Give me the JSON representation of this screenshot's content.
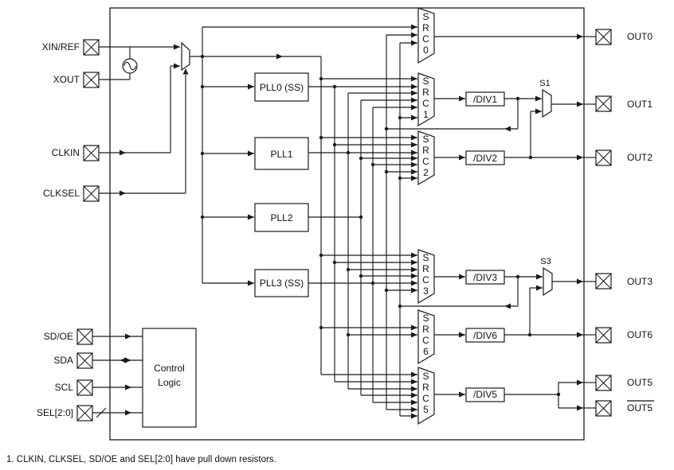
{
  "inputs": {
    "xin_ref": "XIN/REF",
    "xout": "XOUT",
    "clkin": "CLKIN",
    "clksel": "CLKSEL",
    "sd_oe": "SD/OE",
    "sda": "SDA",
    "scl": "SCL",
    "sel": "SEL[2:0]"
  },
  "plls": {
    "pll0": "PLL0 (SS)",
    "pll1": "PLL1",
    "pll2": "PLL2",
    "pll3": "PLL3 (SS)"
  },
  "control": {
    "line1": "Control",
    "line2": "Logic"
  },
  "muxes": {
    "src0": [
      "S",
      "R",
      "C",
      "0"
    ],
    "src1": [
      "S",
      "R",
      "C",
      "1"
    ],
    "src2": [
      "S",
      "R",
      "C",
      "2"
    ],
    "src3": [
      "S",
      "R",
      "C",
      "3"
    ],
    "src6": [
      "S",
      "R",
      "C",
      "6"
    ],
    "src5": [
      "S",
      "R",
      "C",
      "5"
    ],
    "s1": "S1",
    "s3": "S3"
  },
  "dividers": {
    "div1": "/DIV1",
    "div2": "/DIV2",
    "div3": "/DIV3",
    "div6": "/DIV6",
    "div5": "/DIV5"
  },
  "outputs": {
    "out0": "OUT0",
    "out1": "OUT1",
    "out2": "OUT2",
    "out3": "OUT3",
    "out6": "OUT6",
    "out5": "OUT5",
    "out5b": "OUT5"
  },
  "footnote": "1. CLKIN, CLKSEL, SD/OE and SEL[2:0] have pull down resistors.",
  "colors": {
    "ink": "#1a1a1a",
    "background": "#ffffff"
  }
}
